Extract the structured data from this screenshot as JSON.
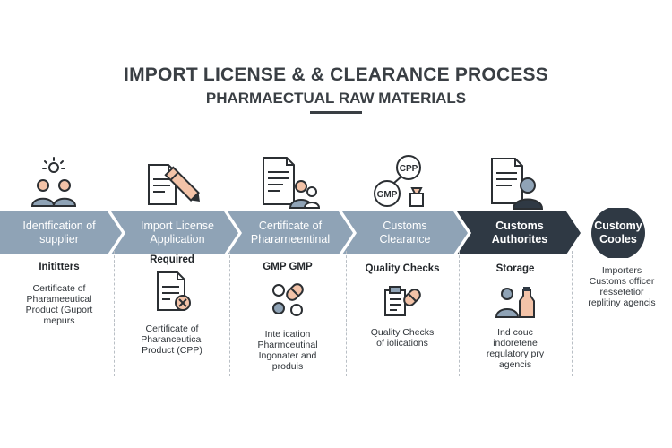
{
  "header": {
    "title": "IMPORT LICENSE & & CLEARANCE PROCESS",
    "subtitle": "PHARMAECTUAL RAW MATERIALS"
  },
  "colors": {
    "light_step": "#8fa3b6",
    "dark_step": "#2f3944",
    "text_dark": "#2b2f33",
    "accent_peach": "#f3c3a8"
  },
  "steps": [
    {
      "label_lines": [
        "Identfication of",
        "supplier"
      ],
      "icon": "people-bulb-icon"
    },
    {
      "label_lines": [
        "Import License",
        "Application"
      ],
      "icon": "document-pen-icon"
    },
    {
      "label_lines": [
        "Certificate of",
        "Phararneentinal"
      ],
      "icon": "document-people-icon"
    },
    {
      "label_lines": [
        "Customs",
        "Clearance"
      ],
      "icon": "cpp-gmp-badges-icon"
    },
    {
      "label_lines": [
        "Customs",
        "Authorites"
      ],
      "icon": "document-officer-icon"
    },
    {
      "label_lines": [
        "Customy",
        "Cooles"
      ],
      "icon": "none"
    }
  ],
  "icon_text": {
    "cpp": "CPP",
    "gmp": "GMP"
  },
  "columns": [
    {
      "heading": "Inititters",
      "icon": "",
      "lines": [
        "Certificate of",
        "Pharameeutical",
        "Product (Guport",
        "mepurs"
      ]
    },
    {
      "heading": "Required",
      "icon": "document-x-icon",
      "lines": [
        "Certificate of",
        "Pharanceutical",
        "Product (CPP)"
      ]
    },
    {
      "heading": "GMP GMP",
      "icon": "pills-icon",
      "lines": [
        "Inte ication",
        "Pharmceutinal",
        "Ingonater and",
        "produis"
      ]
    },
    {
      "heading": "Quality Checks",
      "icon": "clipboard-pill-icon",
      "lines": [
        "Quality Checks",
        "of iolications"
      ]
    },
    {
      "heading": "Storage",
      "icon": "person-bottle-icon",
      "lines": [
        "Ind couc",
        "indoretene",
        "regulatory pry",
        "agencis"
      ]
    },
    {
      "heading": "",
      "icon": "",
      "lines": [
        "Importers",
        "Customs officer",
        "ressetetior",
        "replitiny agencis"
      ]
    }
  ]
}
